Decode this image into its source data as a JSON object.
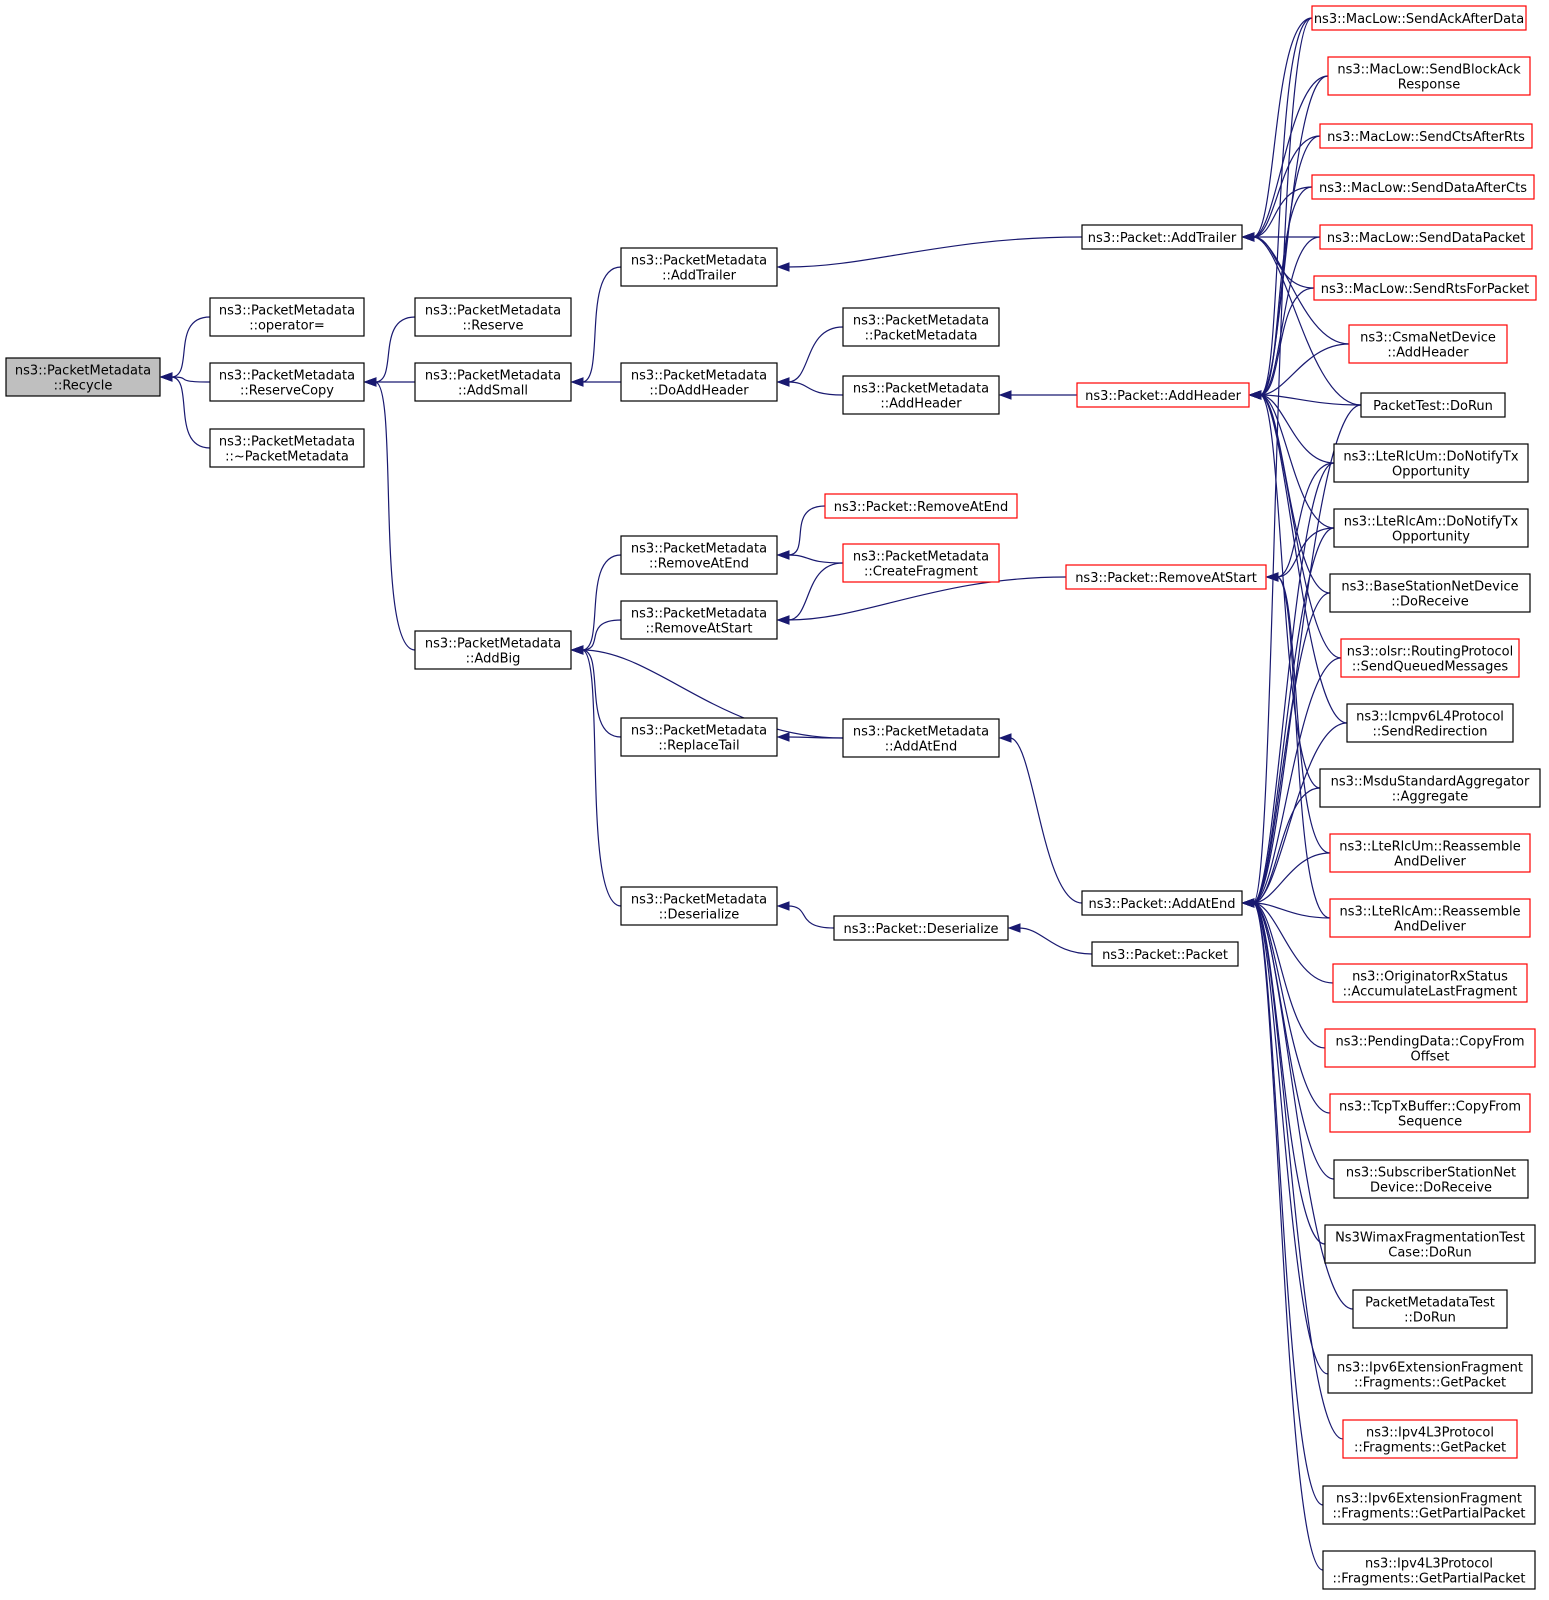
{
  "graph": {
    "nodes": [
      {
        "id": "recycle",
        "lines": [
          "ns3::PacketMetadata",
          "::Recycle"
        ],
        "style": "gray"
      },
      {
        "id": "opeq",
        "lines": [
          "ns3::PacketMetadata",
          "::operator="
        ],
        "style": "black"
      },
      {
        "id": "reservecopy",
        "lines": [
          "ns3::PacketMetadata",
          "::ReserveCopy"
        ],
        "style": "black"
      },
      {
        "id": "dtor",
        "lines": [
          "ns3::PacketMetadata",
          "::~PacketMetadata"
        ],
        "style": "black"
      },
      {
        "id": "reserve",
        "lines": [
          "ns3::PacketMetadata",
          "::Reserve"
        ],
        "style": "black"
      },
      {
        "id": "addsmall",
        "lines": [
          "ns3::PacketMetadata",
          "::AddSmall"
        ],
        "style": "black"
      },
      {
        "id": "addbig",
        "lines": [
          "ns3::PacketMetadata",
          "::AddBig"
        ],
        "style": "black"
      },
      {
        "id": "addtrailer_pm",
        "lines": [
          "ns3::PacketMetadata",
          "::AddTrailer"
        ],
        "style": "black"
      },
      {
        "id": "doaddheader",
        "lines": [
          "ns3::PacketMetadata",
          "::DoAddHeader"
        ],
        "style": "black"
      },
      {
        "id": "removeatend_pm",
        "lines": [
          "ns3::PacketMetadata",
          "::RemoveAtEnd"
        ],
        "style": "black"
      },
      {
        "id": "removeatstart_pm",
        "lines": [
          "ns3::PacketMetadata",
          "::RemoveAtStart"
        ],
        "style": "black"
      },
      {
        "id": "replacetail",
        "lines": [
          "ns3::PacketMetadata",
          "::ReplaceTail"
        ],
        "style": "black"
      },
      {
        "id": "deserialize_pm",
        "lines": [
          "ns3::PacketMetadata",
          "::Deserialize"
        ],
        "style": "black"
      },
      {
        "id": "ctor_pm",
        "lines": [
          "ns3::PacketMetadata",
          "::PacketMetadata"
        ],
        "style": "black"
      },
      {
        "id": "addheader_pm",
        "lines": [
          "ns3::PacketMetadata",
          "::AddHeader"
        ],
        "style": "black"
      },
      {
        "id": "removeatend_p",
        "lines": [
          "ns3::Packet::RemoveAtEnd"
        ],
        "style": "red"
      },
      {
        "id": "createfragment",
        "lines": [
          "ns3::PacketMetadata",
          "::CreateFragment"
        ],
        "style": "red"
      },
      {
        "id": "addatend_pm",
        "lines": [
          "ns3::PacketMetadata",
          "::AddAtEnd"
        ],
        "style": "black"
      },
      {
        "id": "deserialize_p",
        "lines": [
          "ns3::Packet::Deserialize"
        ],
        "style": "black"
      },
      {
        "id": "addtrailer_p",
        "lines": [
          "ns3::Packet::AddTrailer"
        ],
        "style": "black"
      },
      {
        "id": "addheader_p",
        "lines": [
          "ns3::Packet::AddHeader"
        ],
        "style": "red"
      },
      {
        "id": "removeatstart_p",
        "lines": [
          "ns3::Packet::RemoveAtStart"
        ],
        "style": "red"
      },
      {
        "id": "addatend_p",
        "lines": [
          "ns3::Packet::AddAtEnd"
        ],
        "style": "black"
      },
      {
        "id": "packet_ctor",
        "lines": [
          "ns3::Packet::Packet"
        ],
        "style": "black"
      },
      {
        "id": "r0",
        "lines": [
          "ns3::MacLow::SendAckAfterData"
        ],
        "style": "red"
      },
      {
        "id": "r1",
        "lines": [
          "ns3::MacLow::SendBlockAck",
          "Response"
        ],
        "style": "red"
      },
      {
        "id": "r2",
        "lines": [
          "ns3::MacLow::SendCtsAfterRts"
        ],
        "style": "red"
      },
      {
        "id": "r3",
        "lines": [
          "ns3::MacLow::SendDataAfterCts"
        ],
        "style": "red"
      },
      {
        "id": "r4",
        "lines": [
          "ns3::MacLow::SendDataPacket"
        ],
        "style": "red"
      },
      {
        "id": "r5",
        "lines": [
          "ns3::MacLow::SendRtsForPacket"
        ],
        "style": "red"
      },
      {
        "id": "r6",
        "lines": [
          "ns3::CsmaNetDevice",
          "::AddHeader"
        ],
        "style": "red"
      },
      {
        "id": "r7",
        "lines": [
          "PacketTest::DoRun"
        ],
        "style": "black"
      },
      {
        "id": "r8",
        "lines": [
          "ns3::LteRlcUm::DoNotifyTx",
          "Opportunity"
        ],
        "style": "black"
      },
      {
        "id": "r9",
        "lines": [
          "ns3::LteRlcAm::DoNotifyTx",
          "Opportunity"
        ],
        "style": "black"
      },
      {
        "id": "r10",
        "lines": [
          "ns3::BaseStationNetDevice",
          "::DoReceive"
        ],
        "style": "black"
      },
      {
        "id": "r11",
        "lines": [
          "ns3::olsr::RoutingProtocol",
          "::SendQueuedMessages"
        ],
        "style": "red"
      },
      {
        "id": "r12",
        "lines": [
          "ns3::Icmpv6L4Protocol",
          "::SendRedirection"
        ],
        "style": "black"
      },
      {
        "id": "r13",
        "lines": [
          "ns3::MsduStandardAggregator",
          "::Aggregate"
        ],
        "style": "black"
      },
      {
        "id": "r14",
        "lines": [
          "ns3::LteRlcUm::Reassemble",
          "AndDeliver"
        ],
        "style": "red"
      },
      {
        "id": "r15",
        "lines": [
          "ns3::LteRlcAm::Reassemble",
          "AndDeliver"
        ],
        "style": "red"
      },
      {
        "id": "r16",
        "lines": [
          "ns3::OriginatorRxStatus",
          "::AccumulateLastFragment"
        ],
        "style": "red"
      },
      {
        "id": "r17",
        "lines": [
          "ns3::PendingData::CopyFrom",
          "Offset"
        ],
        "style": "red"
      },
      {
        "id": "r18",
        "lines": [
          "ns3::TcpTxBuffer::CopyFrom",
          "Sequence"
        ],
        "style": "red"
      },
      {
        "id": "r19",
        "lines": [
          "ns3::SubscriberStationNet",
          "Device::DoReceive"
        ],
        "style": "black"
      },
      {
        "id": "r20",
        "lines": [
          "Ns3WimaxFragmentationTest",
          "Case::DoRun"
        ],
        "style": "black"
      },
      {
        "id": "r21",
        "lines": [
          "PacketMetadataTest",
          "::DoRun"
        ],
        "style": "black"
      },
      {
        "id": "r22",
        "lines": [
          "ns3::Ipv6ExtensionFragment",
          "::Fragments::GetPacket"
        ],
        "style": "black"
      },
      {
        "id": "r23",
        "lines": [
          "ns3::Ipv4L3Protocol",
          "::Fragments::GetPacket"
        ],
        "style": "red"
      },
      {
        "id": "r24",
        "lines": [
          "ns3::Ipv6ExtensionFragment",
          "::Fragments::GetPartialPacket"
        ],
        "style": "black"
      },
      {
        "id": "r25",
        "lines": [
          "ns3::Ipv4L3Protocol",
          "::Fragments::GetPartialPacket"
        ],
        "style": "black"
      }
    ],
    "edges": [
      [
        "opeq",
        "recycle"
      ],
      [
        "reservecopy",
        "recycle"
      ],
      [
        "dtor",
        "recycle"
      ],
      [
        "reserve",
        "reservecopy"
      ],
      [
        "addsmall",
        "reservecopy"
      ],
      [
        "addbig",
        "reservecopy"
      ],
      [
        "addtrailer_pm",
        "addsmall"
      ],
      [
        "doaddheader",
        "addsmall"
      ],
      [
        "removeatend_pm",
        "addbig"
      ],
      [
        "removeatstart_pm",
        "addbig"
      ],
      [
        "replacetail",
        "addbig"
      ],
      [
        "addatend_pm",
        "addbig"
      ],
      [
        "deserialize_pm",
        "addbig"
      ],
      [
        "addtrailer_p",
        "addtrailer_pm"
      ],
      [
        "ctor_pm",
        "doaddheader"
      ],
      [
        "addheader_pm",
        "doaddheader"
      ],
      [
        "addheader_p",
        "addheader_pm"
      ],
      [
        "removeatend_p",
        "removeatend_pm"
      ],
      [
        "createfragment",
        "removeatend_pm"
      ],
      [
        "createfragment",
        "removeatstart_pm"
      ],
      [
        "removeatstart_p",
        "removeatstart_pm"
      ],
      [
        "addatend_pm",
        "replacetail"
      ],
      [
        "addatend_p",
        "addatend_pm"
      ],
      [
        "deserialize_p",
        "deserialize_pm"
      ],
      [
        "packet_ctor",
        "deserialize_p"
      ],
      [
        "r0",
        "addtrailer_p"
      ],
      [
        "r1",
        "addtrailer_p"
      ],
      [
        "r2",
        "addtrailer_p"
      ],
      [
        "r3",
        "addtrailer_p"
      ],
      [
        "r4",
        "addtrailer_p"
      ],
      [
        "r5",
        "addtrailer_p"
      ],
      [
        "r6",
        "addtrailer_p"
      ],
      [
        "r7",
        "addtrailer_p"
      ],
      [
        "r0",
        "addheader_p"
      ],
      [
        "r1",
        "addheader_p"
      ],
      [
        "r2",
        "addheader_p"
      ],
      [
        "r3",
        "addheader_p"
      ],
      [
        "r4",
        "addheader_p"
      ],
      [
        "r5",
        "addheader_p"
      ],
      [
        "r6",
        "addheader_p"
      ],
      [
        "r7",
        "addheader_p"
      ],
      [
        "r8",
        "addheader_p"
      ],
      [
        "r9",
        "addheader_p"
      ],
      [
        "r10",
        "addheader_p"
      ],
      [
        "r11",
        "addheader_p"
      ],
      [
        "r12",
        "addheader_p"
      ],
      [
        "r13",
        "addheader_p"
      ],
      [
        "r8",
        "removeatstart_p"
      ],
      [
        "r9",
        "removeatstart_p"
      ],
      [
        "r14",
        "removeatstart_p"
      ],
      [
        "r15",
        "removeatstart_p"
      ],
      [
        "r0",
        "addatend_p"
      ],
      [
        "r7",
        "addatend_p"
      ],
      [
        "r8",
        "addatend_p"
      ],
      [
        "r9",
        "addatend_p"
      ],
      [
        "r10",
        "addatend_p"
      ],
      [
        "r11",
        "addatend_p"
      ],
      [
        "r12",
        "addatend_p"
      ],
      [
        "r13",
        "addatend_p"
      ],
      [
        "r14",
        "addatend_p"
      ],
      [
        "r15",
        "addatend_p"
      ],
      [
        "r16",
        "addatend_p"
      ],
      [
        "r17",
        "addatend_p"
      ],
      [
        "r18",
        "addatend_p"
      ],
      [
        "r19",
        "addatend_p"
      ],
      [
        "r20",
        "addatend_p"
      ],
      [
        "r21",
        "addatend_p"
      ],
      [
        "r22",
        "addatend_p"
      ],
      [
        "r23",
        "addatend_p"
      ],
      [
        "r24",
        "addatend_p"
      ],
      [
        "r25",
        "addatend_p"
      ]
    ]
  },
  "colors": {
    "edge": "#191970",
    "node_border": "#000000",
    "node_border_highlight": "#ff0000",
    "focus_fill": "#bfbfbf"
  }
}
